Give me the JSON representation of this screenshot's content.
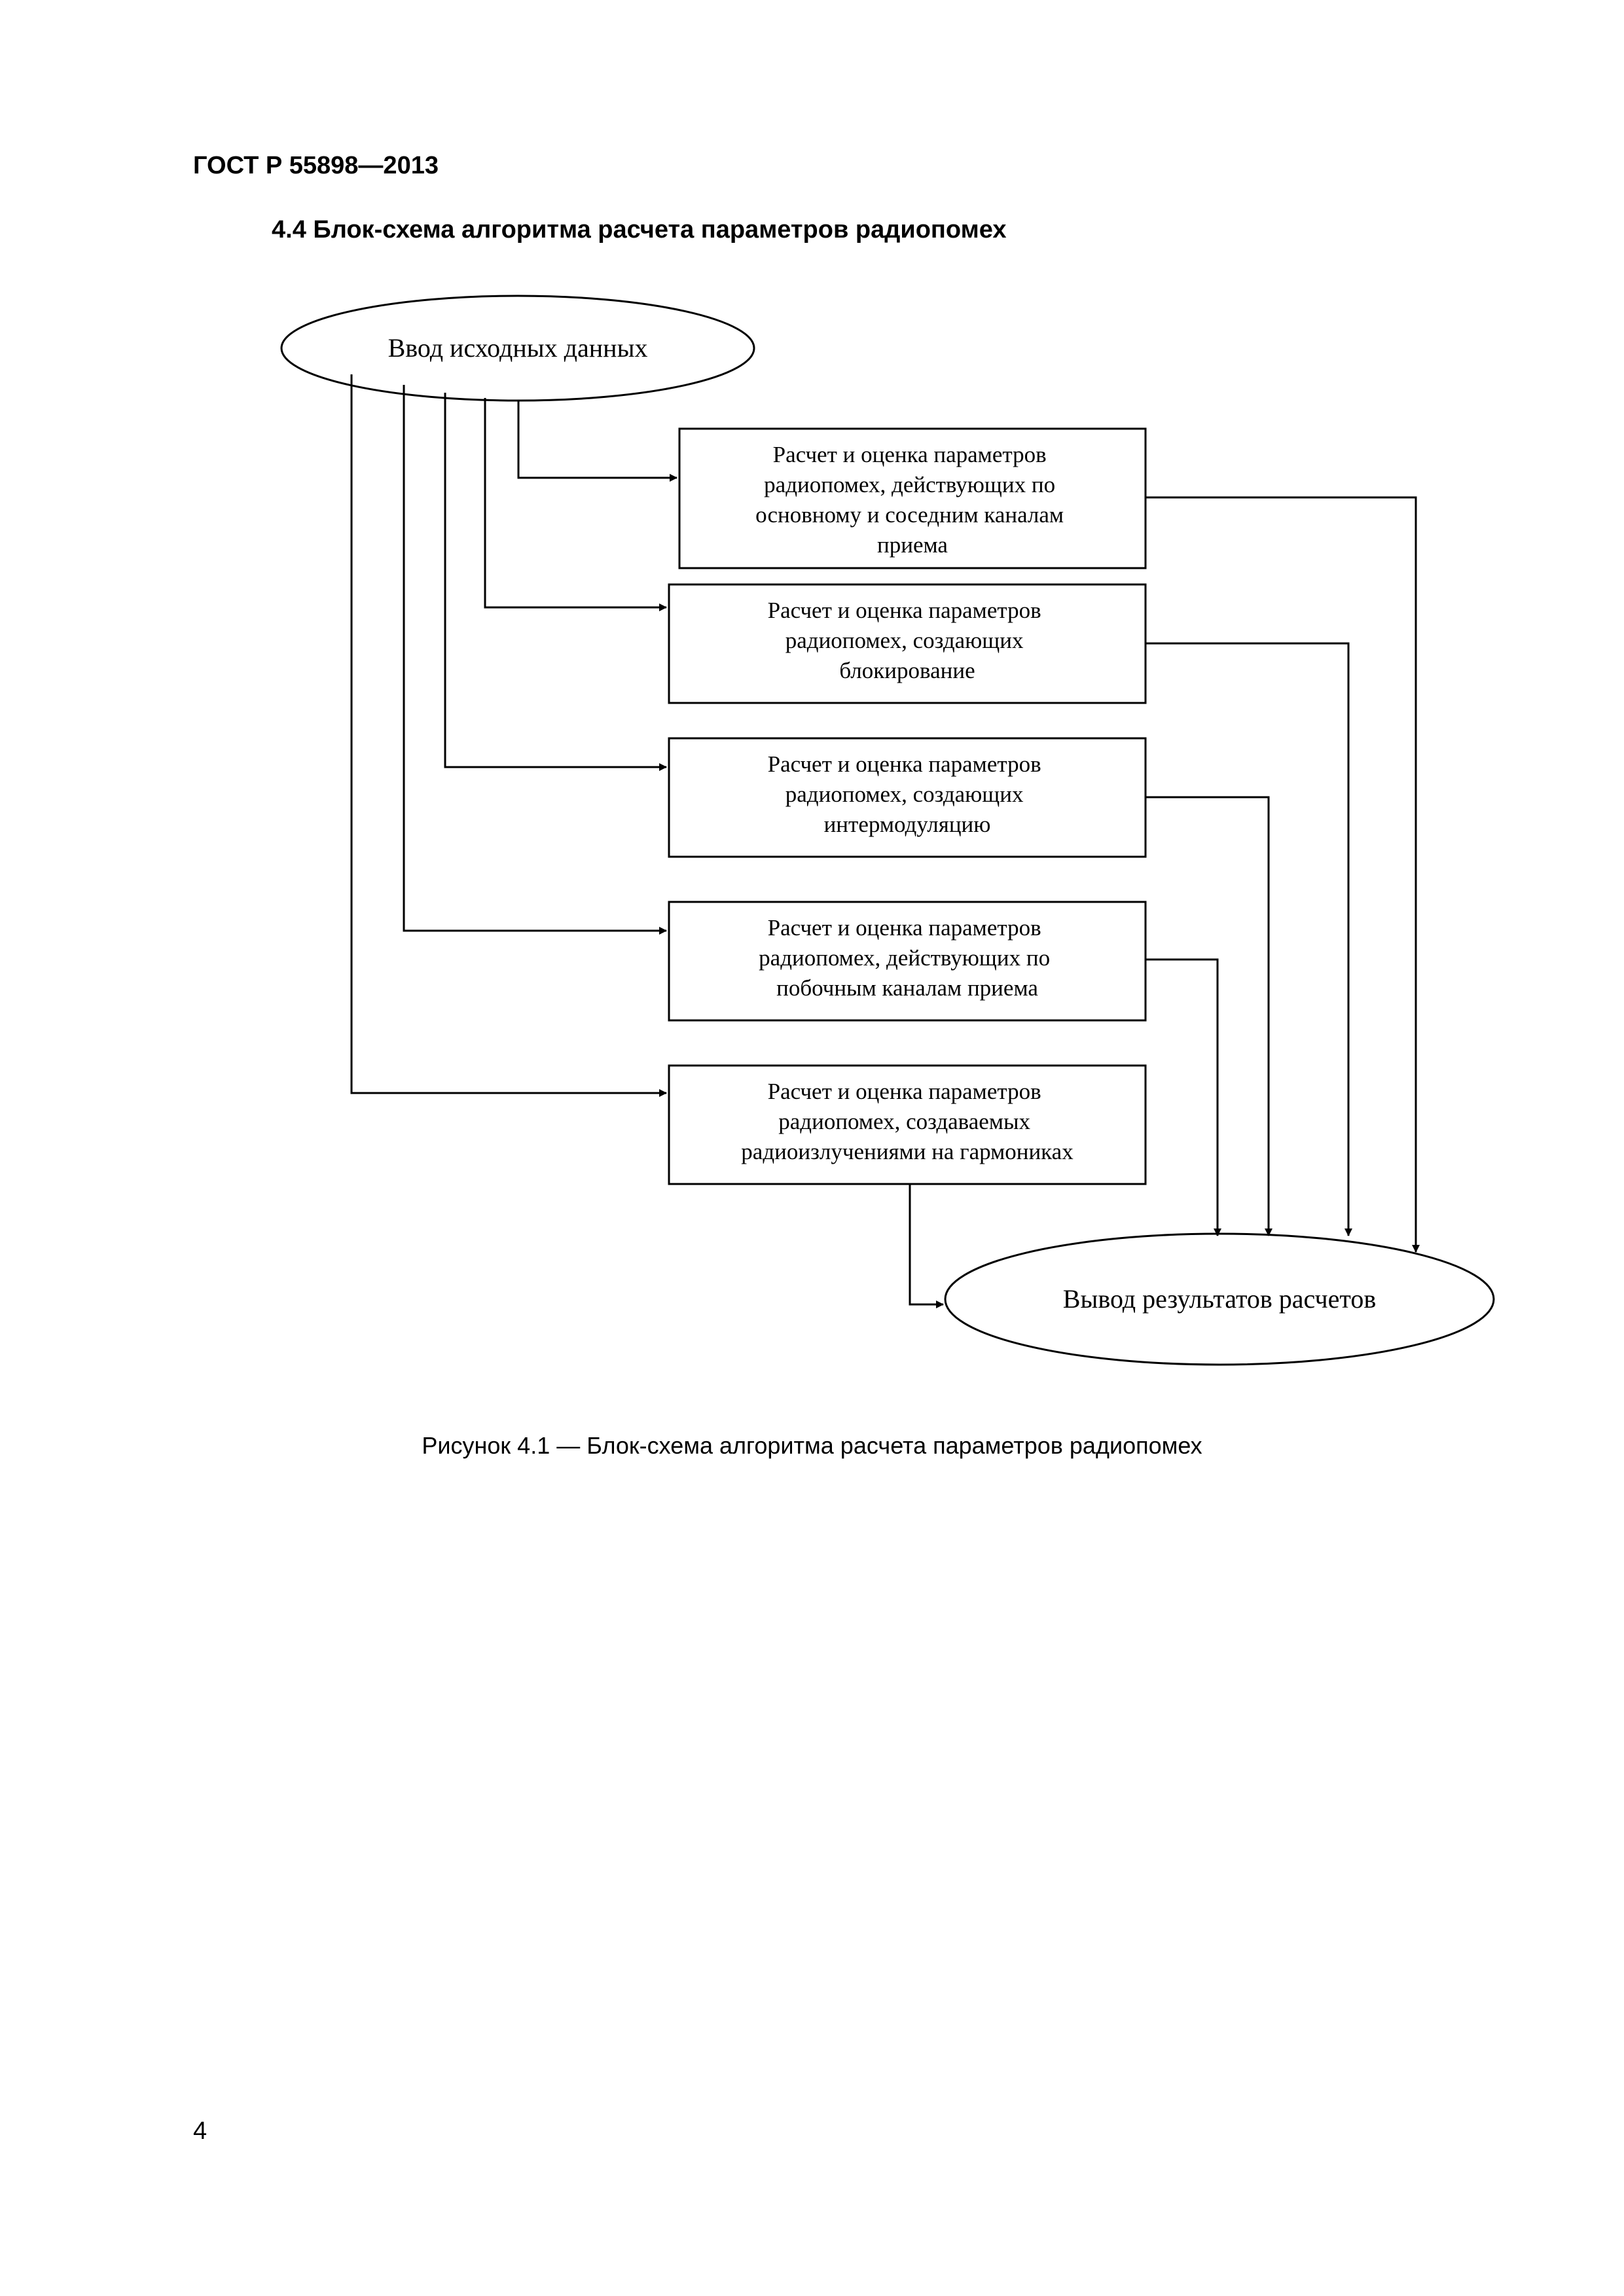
{
  "header": {
    "doc_code": "ГОСТ Р 55898—2013"
  },
  "section": {
    "title": "4.4 Блок-схема алгоритма расчета параметров радиопомех"
  },
  "flowchart": {
    "start": "Ввод исходных данных",
    "blocks": [
      [
        "Расчет и оценка параметров",
        "радиопомех, действующих по",
        "основному и соседним каналам",
        "приема"
      ],
      [
        "Расчет и оценка параметров",
        "радиопомех, создающих",
        "блокирование"
      ],
      [
        "Расчет и оценка параметров",
        "радиопомех, создающих",
        "интермодуляцию"
      ],
      [
        "Расчет и оценка параметров",
        "радиопомех, действующих по",
        "побочным каналам приема"
      ],
      [
        "Расчет и оценка параметров",
        "радиопомех, создаваемых",
        "радиоизлучениями на гармониках"
      ]
    ],
    "end": "Вывод результатов расчетов"
  },
  "figure": {
    "caption": "Рисунок 4.1 — Блок-схема алгоритма расчета параметров радиопомех"
  },
  "footer": {
    "page_number": "4"
  }
}
